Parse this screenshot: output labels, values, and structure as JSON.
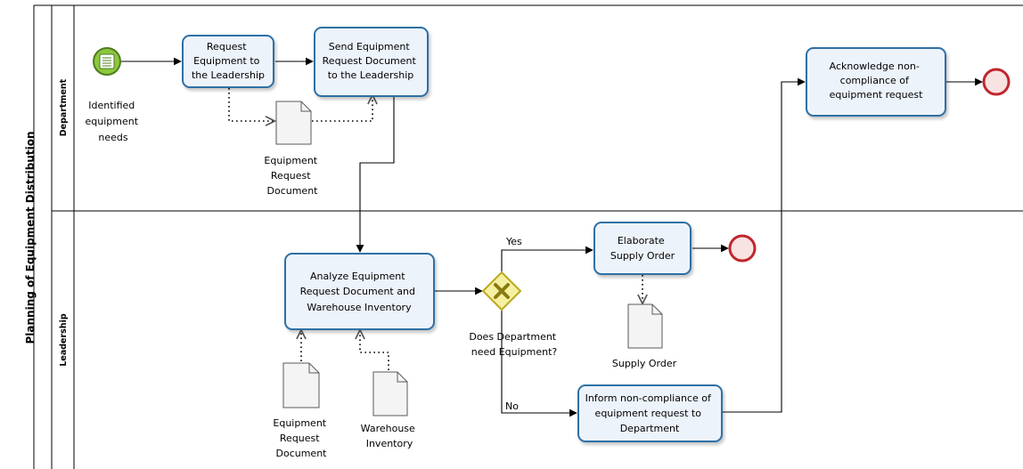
{
  "pool": {
    "title": "Planning of Equipment Distribution"
  },
  "lanes": {
    "department": "Department",
    "leadership": "Leadership"
  },
  "events": {
    "start_label_lines": [
      "Identified",
      "equipment",
      "needs"
    ]
  },
  "tasks": {
    "request_equipment": [
      "Request",
      "Equipment to",
      "the Leadership"
    ],
    "send_document": [
      "Send Equipment",
      "Request Document",
      "to the Leadership"
    ],
    "acknowledge_noncompliance": [
      "Acknowledge non-",
      "compliance of",
      "equipment request"
    ],
    "analyze": [
      "Analyze Equipment",
      "Request Document  and",
      "Warehouse Inventory"
    ],
    "elaborate_order": [
      "Elaborate",
      "Supply Order"
    ],
    "inform_noncompliance": [
      "Inform non-compliance of",
      "equipment request to",
      "Department"
    ]
  },
  "gateway": {
    "question_lines": [
      "Does Department",
      "need Equipment?"
    ],
    "yes_label": "Yes",
    "no_label": "No"
  },
  "documents": {
    "equipment_request_top": [
      "Equipment",
      "Request",
      "Document"
    ],
    "supply_order": [
      "Supply Order"
    ],
    "equipment_request_bottom": [
      "Equipment",
      "Request",
      "Document"
    ],
    "warehouse_inventory": [
      "Warehouse",
      "Inventory"
    ]
  },
  "colors": {
    "start_event": "#8dc63f",
    "end_event": "#c0272d",
    "task_border": "#2f6fa4",
    "task_fill": "#edf3fb",
    "gateway_fill": "#f6f1a0",
    "gateway_border": "#b9a91f"
  },
  "icons": {
    "start_event": "message-list-icon",
    "gateway": "exclusive-x-icon",
    "documents": "document-icon"
  }
}
